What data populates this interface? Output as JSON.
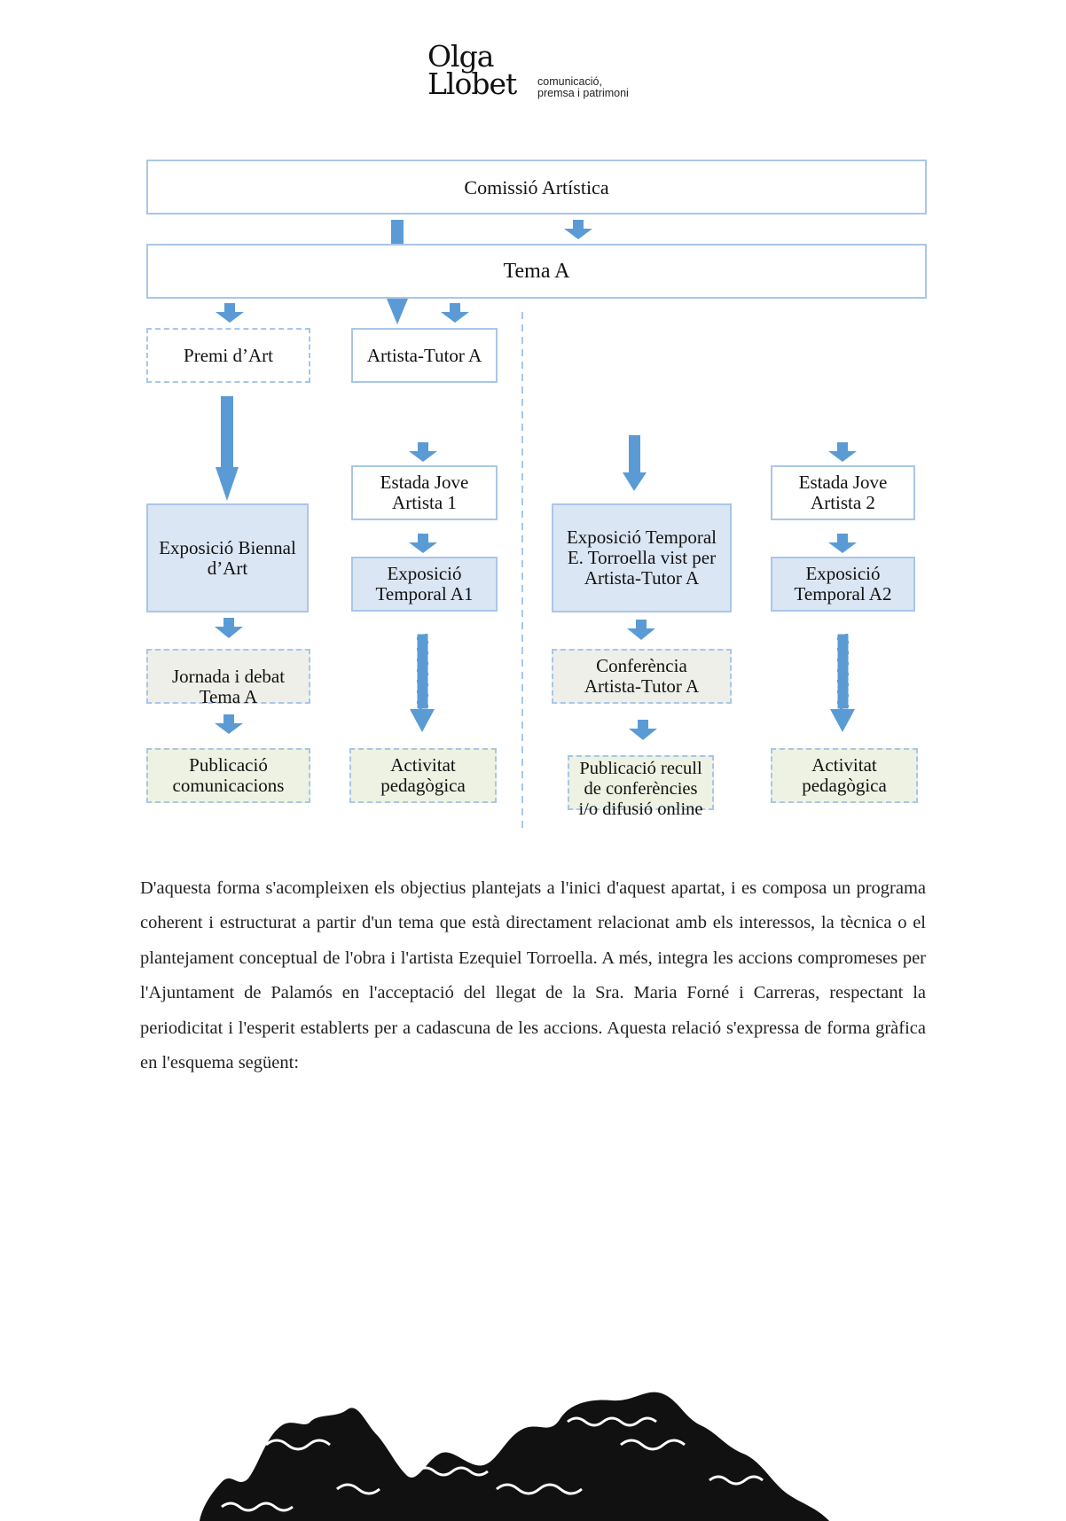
{
  "header": {
    "logo_name_line1": "Olga",
    "logo_name_line2": "Llobet",
    "logo_tagline_line1": "comunicació,",
    "logo_tagline_line2": "premsa i patrimoni"
  },
  "diagram": {
    "comissio": "Comissió Artística",
    "tema": "Tema A",
    "premi": "Premi d’Art",
    "tutor": "Artista-Tutor A",
    "estada1": "Estada Jove\nArtista 1",
    "exposicio_biennal": "Exposició Biennal\nd’Art",
    "exposicio_a1": "Exposició\nTemporal A1",
    "exposicio_torroella": "Exposició Temporal\nE. Torroella vist per\nArtista-Tutor A",
    "estada2": "Estada Jove\nArtista 2",
    "exposicio_a2": "Exposició\nTemporal A2",
    "jornada": "Jornada i debat\nTema A",
    "conferencia": "Conferència\nArtista-Tutor A",
    "publicacio_comunicacions": "Publicació\ncomunicacions",
    "activitat1": "Activitat\npedagògica",
    "publicacio_recull": "Publicació recull\nde conferències\ni/o difusió online",
    "activitat2": "Activitat\npedagògica",
    "colors": {
      "line": "#a9c6e8",
      "arrow": "#5b9bd5",
      "box_blue": "#dbe6f4",
      "box_gray": "#efefea",
      "box_green": "#eef2e2"
    }
  },
  "body": {
    "paragraph": "D'aquesta forma s'acompleixen els objectius plantejats a l'inici d'aquest apartat, i es composa un programa coherent i estructurat a partir d'un tema que està directament relacionat amb els interessos, la tècnica o el plantejament conceptual de l'obra i l'artista Ezequiel Torroella. A més, integra les accions compromeses per l'Ajuntament de Palamós en l'acceptació del llegat de la Sra. Maria Forné i Carreras, respectant la periodicitat i l'esperit establerts per a cadascuna de les accions. Aquesta relació s'expressa de forma gràfica en l'esquema següent:"
  }
}
